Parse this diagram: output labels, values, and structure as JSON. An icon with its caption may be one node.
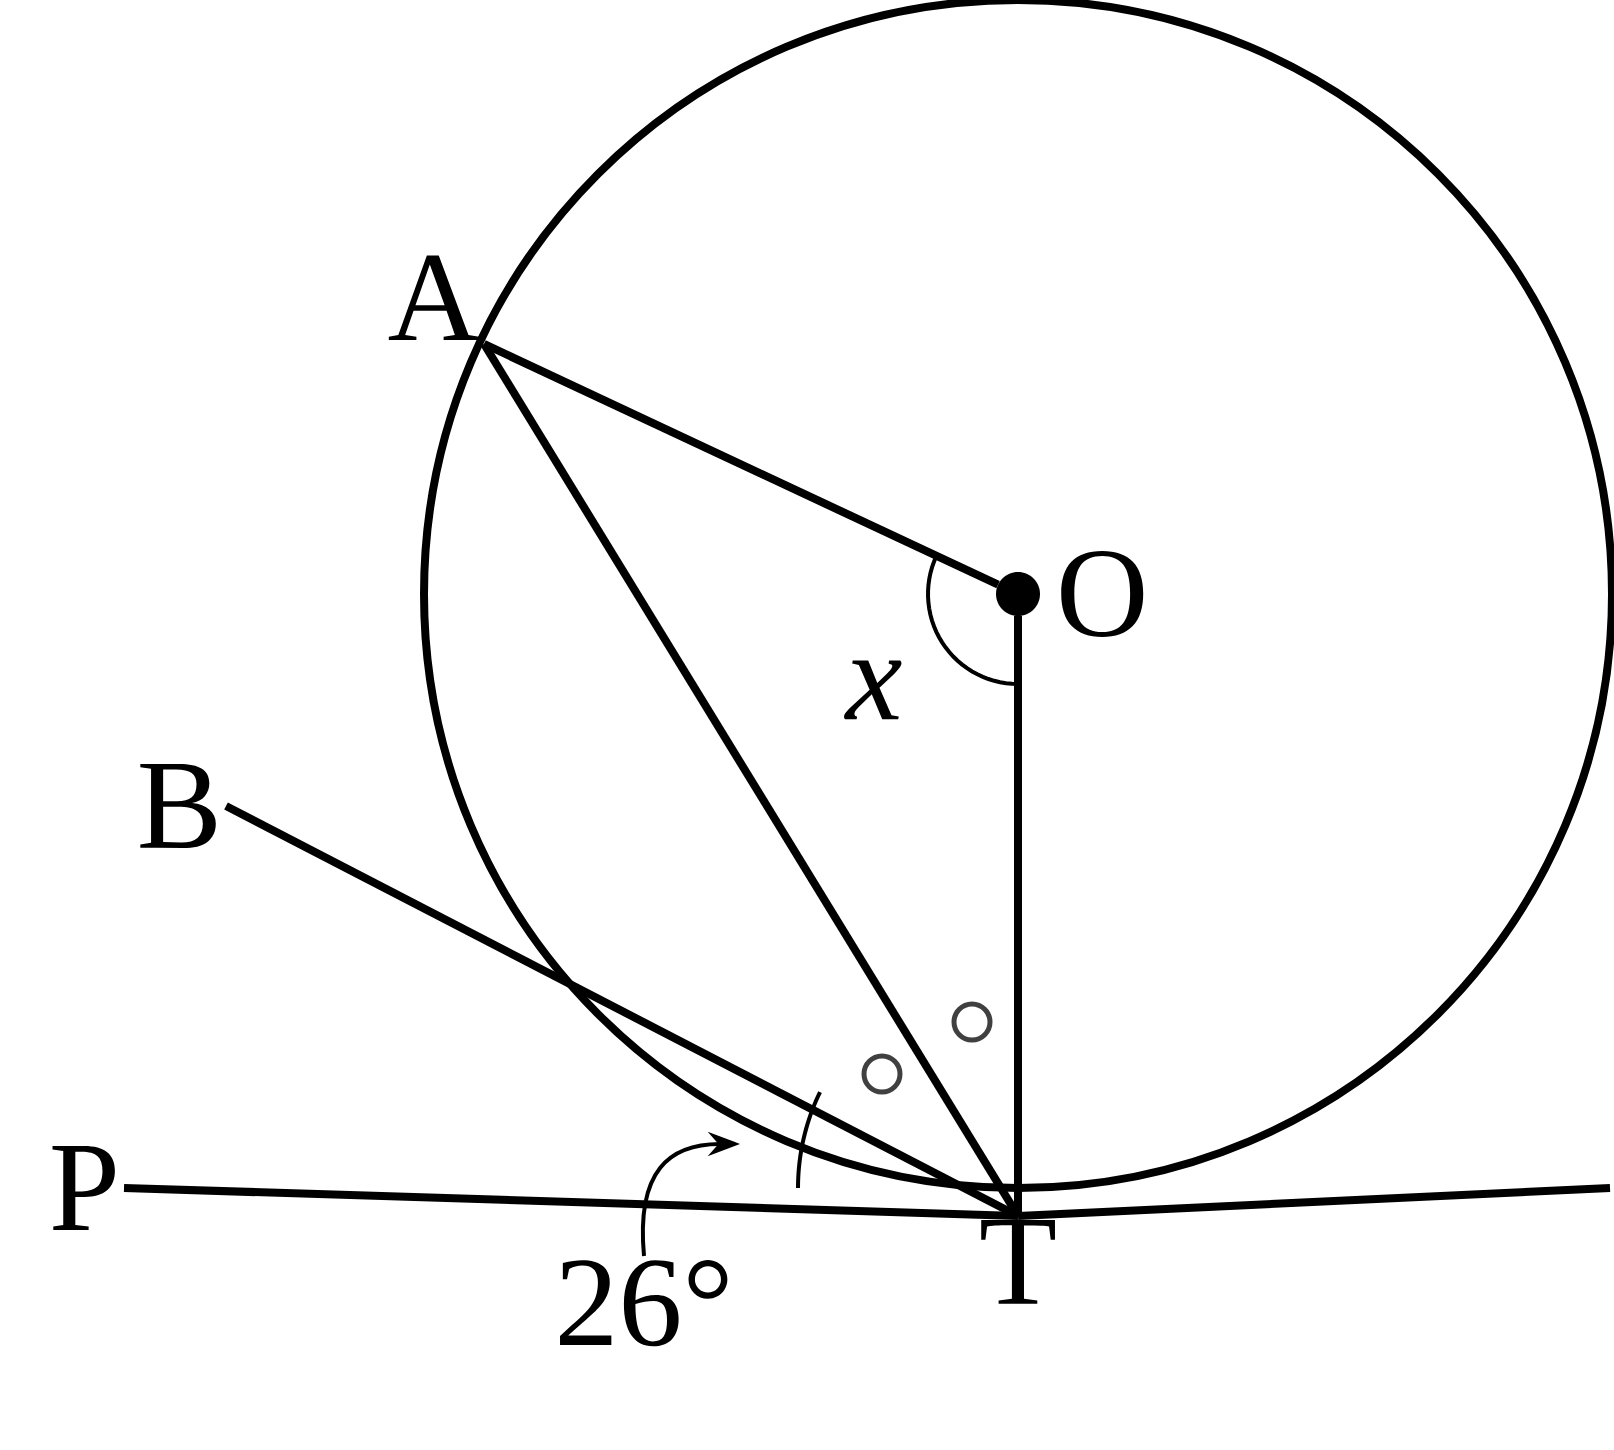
{
  "diagram": {
    "nodes": [
      {
        "text": [
          "A"
        ]
      },
      {
        "text": [],
        "shape": "circle",
        "beside": [
          "O"
        ]
      },
      {
        "text": [
          "B"
        ]
      },
      {
        "text": [
          "P"
        ]
      },
      {
        "text": [
          "T"
        ]
      },
      {
        "text": [
          "26°"
        ]
      }
    ],
    "edges": [
      {
        "from": 0,
        "to": 1,
        "arrow": "none"
      },
      {
        "from": 0,
        "to": 4,
        "arrow": "none"
      },
      {
        "from": 1,
        "to": 4,
        "arrow": "none"
      },
      {
        "from": 2,
        "to": 4,
        "arrow": "none"
      },
      {
        "from": 3,
        "to": 4,
        "arrow": "none"
      },
      {
        "from": 4,
        "to": null,
        "arrow": "none"
      },
      {
        "from": 5,
        "to": null,
        "arrow": "to"
      }
    ],
    "labels": [
      "x"
    ]
  }
}
